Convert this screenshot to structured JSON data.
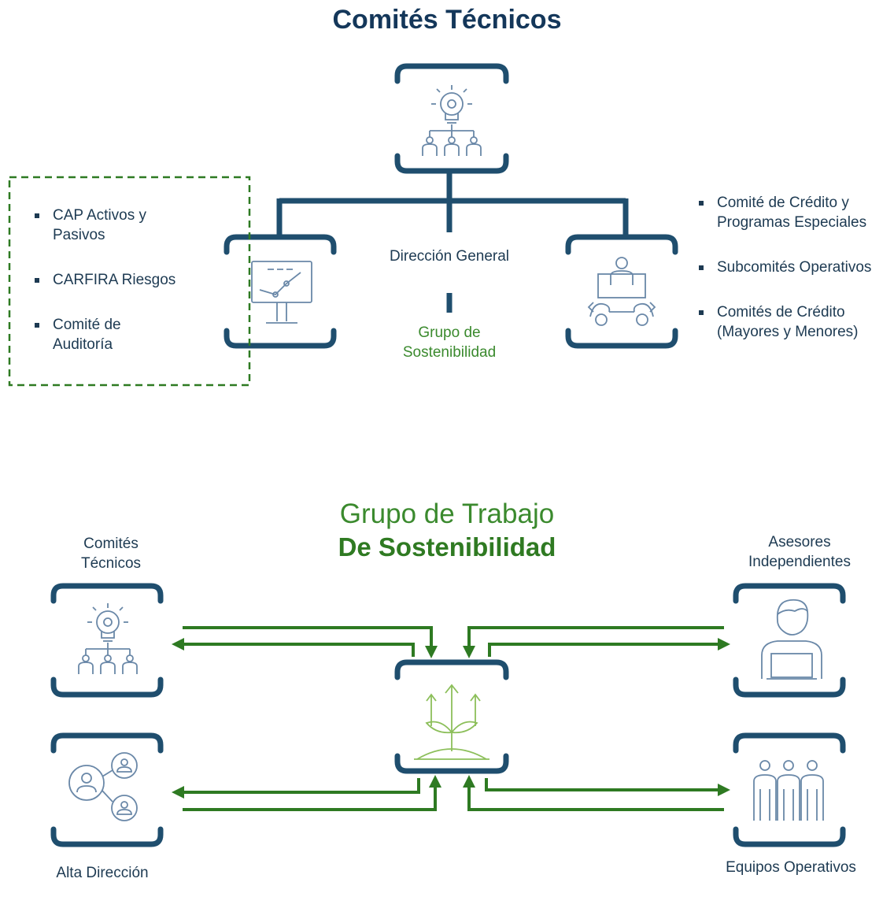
{
  "top": {
    "title": "Comités Técnicos",
    "center_label": "Dirección General",
    "sub_label": "Grupo de Sostenibilidad",
    "left_list": [
      "CAP Activos y Pasivos",
      "CARFIRA Riesgos",
      "Comité de Auditoría"
    ],
    "right_list": [
      "Comité de Crédito y Programas Especiales",
      "Subcomités Operativos",
      "Comités de Crédito (Mayores y Menores)"
    ]
  },
  "bottom": {
    "title_line1": "Grupo de Trabajo",
    "title_line2": "De Sostenibilidad",
    "label_top_left": "Comités Técnicos",
    "label_top_right": "Asesores Independientes",
    "label_bottom_left": "Alta Dirección",
    "label_bottom_right": "Equipos Operativos"
  },
  "colors": {
    "navy": "#1f4e6e",
    "green": "#2e7a22",
    "icon": "#6a88a8",
    "plant": "#8cbf5a"
  },
  "icons": [
    "lightbulb-team-icon",
    "monitor-chart-icon",
    "meeting-table-icon",
    "plant-growth-icon",
    "advisor-laptop-icon",
    "network-people-icon",
    "team-group-icon"
  ]
}
